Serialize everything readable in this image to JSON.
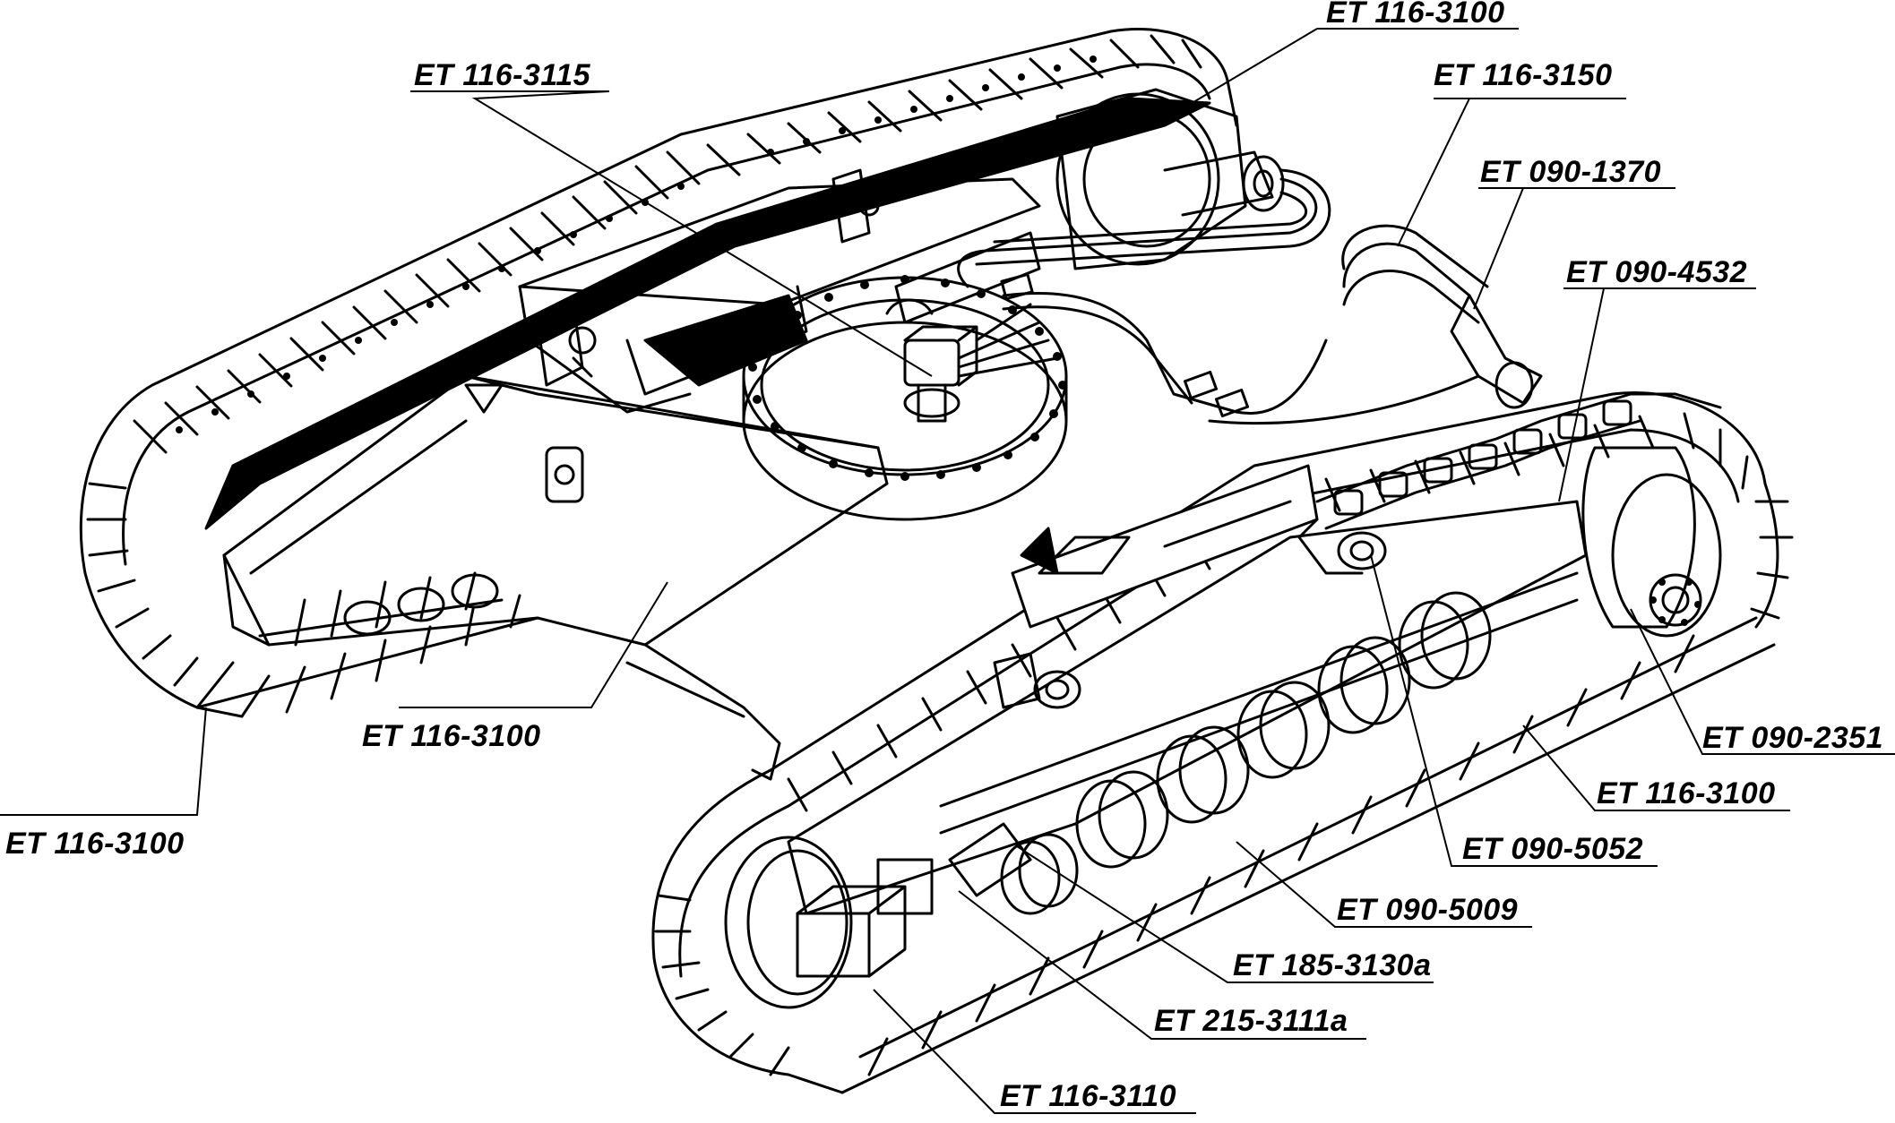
{
  "diagram": {
    "subject": "crawler undercarriage, exploded isometric line drawing",
    "line_color": "#000000",
    "background": "#ffffff",
    "callouts": [
      {
        "id": "c01",
        "label": "ET 116-3100"
      },
      {
        "id": "c02",
        "label": "ET 116-3115"
      },
      {
        "id": "c03",
        "label": "ET 116-3150"
      },
      {
        "id": "c04",
        "label": "ET 090-1370"
      },
      {
        "id": "c05",
        "label": "ET 090-4532"
      },
      {
        "id": "c06",
        "label": "ET 116-3100"
      },
      {
        "id": "c07",
        "label": "ET 116-3100"
      },
      {
        "id": "c08",
        "label": "ET 090-2351"
      },
      {
        "id": "c09",
        "label": "ET 116-3100"
      },
      {
        "id": "c10",
        "label": "ET 090-5052"
      },
      {
        "id": "c11",
        "label": "ET 090-5009"
      },
      {
        "id": "c12",
        "label": "ET 185-3130a"
      },
      {
        "id": "c13",
        "label": "ET 215-3111a"
      },
      {
        "id": "c14",
        "label": "ET 116-3110"
      }
    ]
  }
}
